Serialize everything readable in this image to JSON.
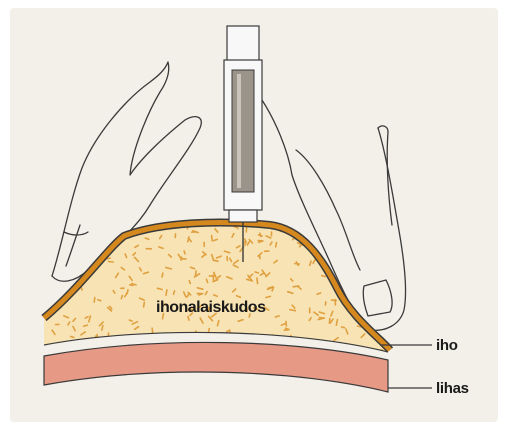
{
  "diagram": {
    "labels": {
      "tissue": "ihonalaiskudos",
      "skin": "iho",
      "muscle": "lihas"
    },
    "colors": {
      "panel": "#f3f0ea",
      "fat": "#f7e3b3",
      "fat_speckle": "#e0a040",
      "skin": "#d4881e",
      "muscle": "#e69a86",
      "outline": "#3a3a3a",
      "pen_body": "#f8f8f8",
      "pen_cartridge": "#9a948b"
    }
  }
}
